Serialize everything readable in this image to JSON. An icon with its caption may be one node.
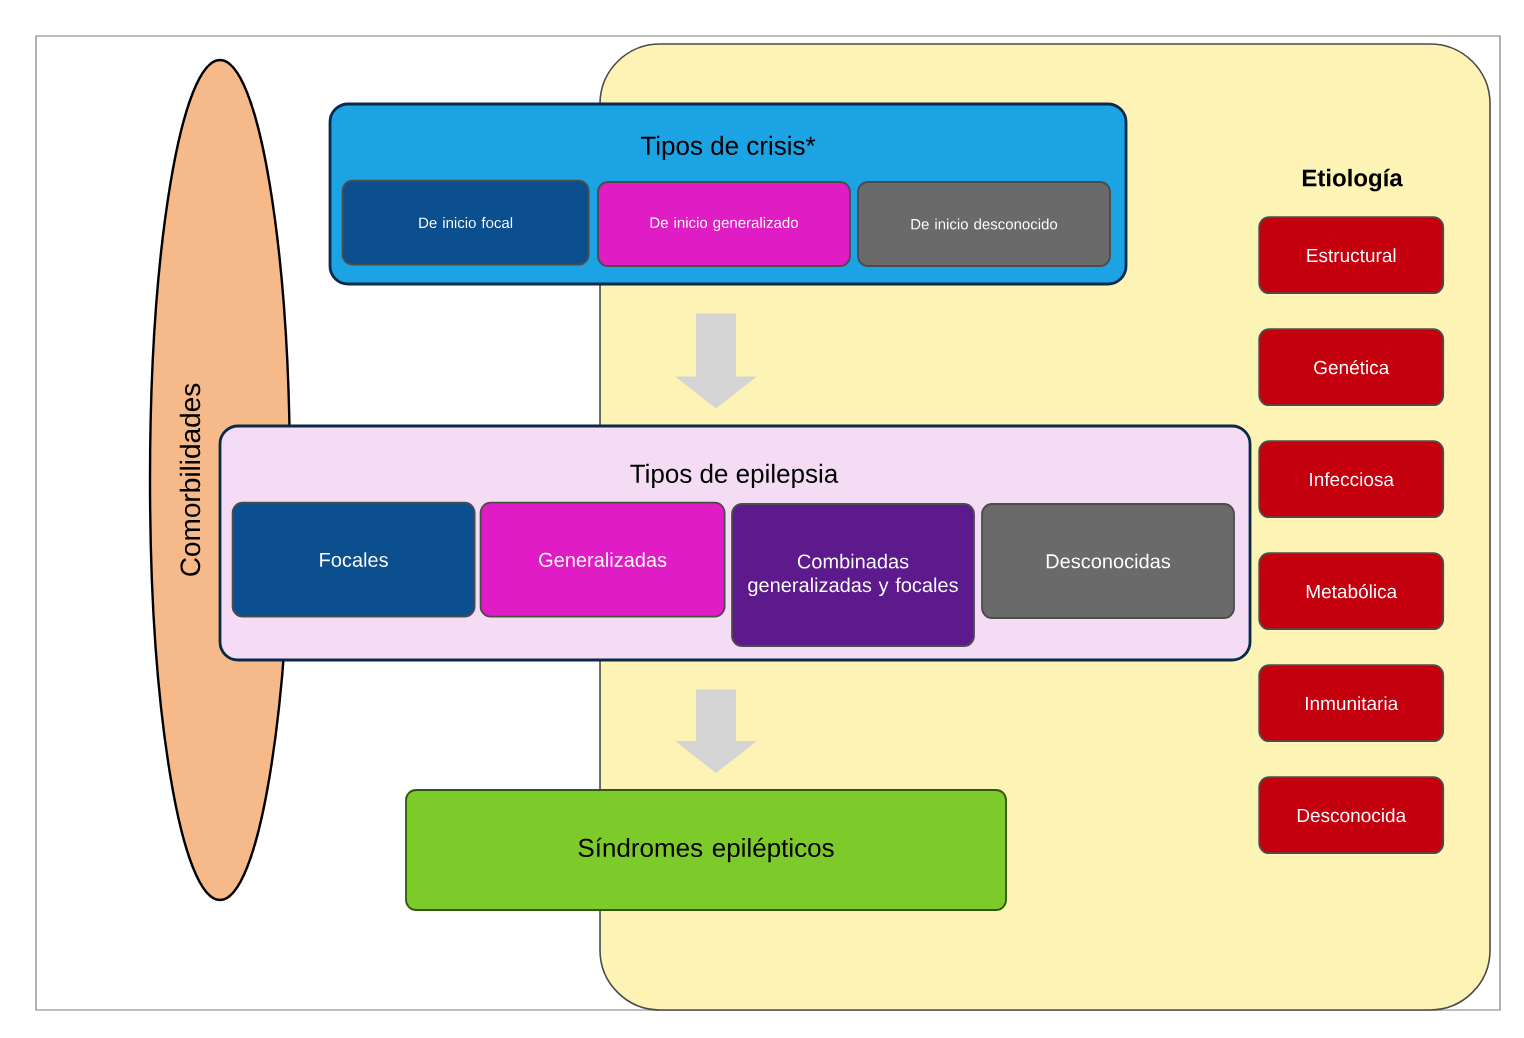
{
  "diagram": {
    "nodes": [
      {
        "text": [
          "Comorbilidades"
        ]
      },
      {
        "text": [
          "Etiología"
        ]
      },
      {
        "text": [
          "Estructural"
        ],
        "in": 1
      },
      {
        "text": [
          "Genética"
        ],
        "in": 1
      },
      {
        "text": [
          "Infecciosa"
        ],
        "in": 1
      },
      {
        "text": [
          "Metabólica"
        ],
        "in": 1
      },
      {
        "text": [
          "Inmunitaria"
        ],
        "in": 1
      },
      {
        "text": [
          "Desconocida"
        ],
        "in": 1
      },
      {
        "text": [
          "Tipos de crisis*"
        ]
      },
      {
        "text": [
          "De inicio focal"
        ],
        "in": 8
      },
      {
        "text": [
          "De inicio generalizado"
        ]
      },
      {
        "text": [
          "De inicio desconocido"
        ]
      },
      {
        "text": [
          "Tipos de epilepsia"
        ]
      },
      {
        "text": [
          "Focales"
        ],
        "in": 12
      },
      {
        "text": [
          "Generalizadas"
        ],
        "in": 12
      },
      {
        "text": [
          "Combinadas generalizadas y focales"
        ]
      },
      {
        "text": [
          "Desconocidas"
        ]
      },
      {
        "text": [
          "Síndromes epilépticos"
        ]
      }
    ],
    "edges": [
      {
        "from": 8,
        "to": 12,
        "arrow": "to"
      },
      {
        "from": 12,
        "to": 17,
        "arrow": "to"
      }
    ]
  }
}
